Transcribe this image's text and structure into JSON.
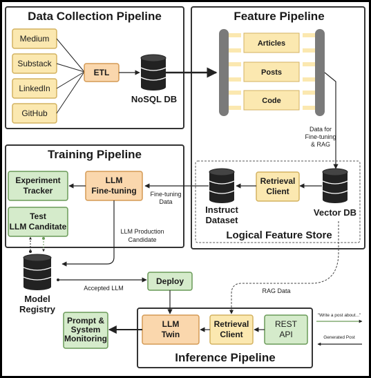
{
  "panels": {
    "data_collection": "Data Collection Pipeline",
    "feature": "Feature Pipeline",
    "training": "Training Pipeline",
    "inference": "Inference Pipeline",
    "logical_store": "Logical Feature Store"
  },
  "sources": [
    "Medium",
    "Substack",
    "LinkedIn",
    "GitHub"
  ],
  "etl": "ETL",
  "nosql": "NoSQL DB",
  "features": [
    "Articles",
    "Posts",
    "Code"
  ],
  "data_for": [
    "Data for",
    "Fine-tuning",
    "& RAG"
  ],
  "retrieval_client": [
    "Retrieval",
    "Client"
  ],
  "vector_db": "Vector DB",
  "instruct_dataset": [
    "Instruct",
    "Dataset"
  ],
  "finetuning_data": [
    "Fine-tuning",
    "Data"
  ],
  "llm_finetuning": [
    "LLM",
    "Fine-tuning"
  ],
  "experiment_tracker": [
    "Experiment",
    "Tracker"
  ],
  "test_llm": [
    "Test",
    "LLM Canditate"
  ],
  "llm_candidate": [
    "LLM  Production",
    "Candidate"
  ],
  "model_registry": [
    "Model",
    "Registry"
  ],
  "accepted_llm": "Accepted LLM",
  "deploy": "Deploy",
  "rag_data": "RAG Data",
  "prompt_monitoring": [
    "Prompt &",
    "System",
    "Monitoring"
  ],
  "llm_twin": [
    "LLM",
    "Twin"
  ],
  "inference_retrieval": [
    "Retrieval",
    "Client"
  ],
  "rest_api": [
    "REST",
    "API"
  ],
  "legend": {
    "write_post": "\"Write a post about...\"",
    "generated_post": "Generated Post"
  },
  "colors": {
    "green_fill": "#d5ebcb",
    "green_stroke": "#6a9a58",
    "yellow_fill": "#fbe8b0",
    "yellow_stroke": "#d3b260",
    "orange_fill": "#fad7ad",
    "orange_stroke": "#d49a55",
    "db": "#222222",
    "bar": "#7a7a7a"
  }
}
